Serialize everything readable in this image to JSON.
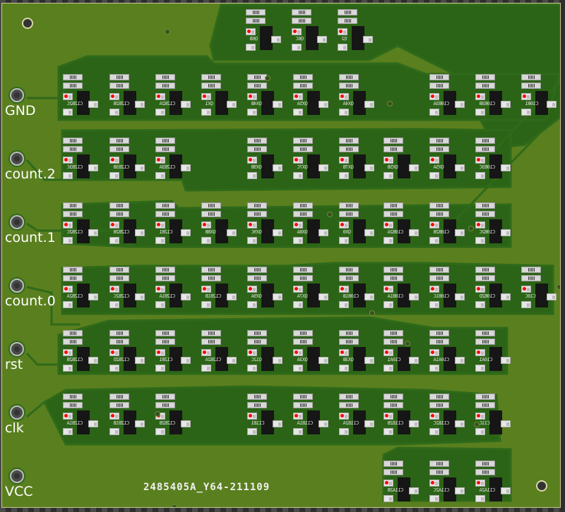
{
  "board": {
    "id_text": "2485405A_Y64-211109",
    "colors": {
      "substrate": "#5a7f1e",
      "copper_fill": "#2b6416",
      "trace": "#2f6a1a",
      "silkscreen": "#ffffff",
      "pin1_marker": "#ff0000",
      "ic_body": "#161616"
    }
  },
  "connector": {
    "pins": [
      {
        "label": "GND"
      },
      {
        "label": "count.2"
      },
      {
        "label": "count.1"
      },
      {
        "label": "count.0"
      },
      {
        "label": "rst"
      },
      {
        "label": "clk"
      },
      {
        "label": "VCC"
      }
    ]
  },
  "rows": [
    {
      "name": "row-top",
      "cells": [
        {
          "ref": "Q6B"
        },
        {
          "ref": "Q6C"
        },
        {
          "ref": "Q2"
        }
      ]
    },
    {
      "name": "row-gnd",
      "cells": [
        {
          "ref": "C12B2C"
        },
        {
          "ref": "C12B2B"
        },
        {
          "ref": "C12B2A"
        },
        {
          "ref": "QX1"
        },
        {
          "ref": "QX4B"
        },
        {
          "ref": "QX5A"
        },
        {
          "ref": "QX4A"
        },
        {
          "ref": "C10B3A"
        },
        {
          "ref": "C10B3B"
        },
        {
          "ref": "C10B1"
        }
      ]
    },
    {
      "name": "row-count2",
      "cells": [
        {
          "ref": "C12B3C"
        },
        {
          "ref": "C12B3B"
        },
        {
          "ref": "C12B3A"
        },
        {
          "ref": "QX9B"
        },
        {
          "ref": "QX7C"
        },
        {
          "ref": "QX7B"
        },
        {
          "ref": "QX5B"
        },
        {
          "ref": "QX5A"
        },
        {
          "ref": "C10B3C"
        }
      ]
    },
    {
      "name": "row-count1",
      "cells": [
        {
          "ref": "C12B2C"
        },
        {
          "ref": "C12B2B"
        },
        {
          "ref": "C12B1"
        },
        {
          "ref": "QX8B"
        },
        {
          "ref": "QX9C"
        },
        {
          "ref": "QX8A"
        },
        {
          "ref": "QX0"
        },
        {
          "ref": "C10B2A"
        },
        {
          "ref": "C10B2B"
        },
        {
          "ref": "C10B2C"
        }
      ]
    },
    {
      "name": "row-count0",
      "cells": [
        {
          "ref": "C12B2A"
        },
        {
          "ref": "C12B2C"
        },
        {
          "ref": "C12B1A"
        },
        {
          "ref": "C12B1B"
        },
        {
          "ref": "QX9A"
        },
        {
          "ref": "QX7A"
        },
        {
          "ref": "C10B1B"
        },
        {
          "ref": "C10B1A"
        },
        {
          "ref": "C10B1C"
        },
        {
          "ref": "C10B2D"
        },
        {
          "ref": "C10C"
        }
      ]
    },
    {
      "name": "row-rst",
      "cells": [
        {
          "ref": "C12B2B"
        },
        {
          "ref": "C12B2D"
        },
        {
          "ref": "C12B1"
        },
        {
          "ref": "C12B2A"
        },
        {
          "ref": "Q12C"
        },
        {
          "ref": "QX3A"
        },
        {
          "ref": "QX3B"
        },
        {
          "ref": "C10A1"
        },
        {
          "ref": "C10A1A"
        },
        {
          "ref": "C10A1"
        }
      ]
    },
    {
      "name": "row-clk",
      "cells": [
        {
          "ref": "C12B1A"
        },
        {
          "ref": "C12B1B"
        },
        {
          "ref": "C12B2B"
        },
        {
          "ref": "C11B1"
        },
        {
          "ref": "C11B1A"
        },
        {
          "ref": "C11B2A"
        },
        {
          "ref": "C11B2B"
        },
        {
          "ref": "C11B2C"
        },
        {
          "ref": "C11C"
        }
      ]
    },
    {
      "name": "row-bottom",
      "cells": [
        {
          "ref": "C11A2B"
        },
        {
          "ref": "C11A2C"
        },
        {
          "ref": "C11A2A"
        }
      ]
    }
  ]
}
